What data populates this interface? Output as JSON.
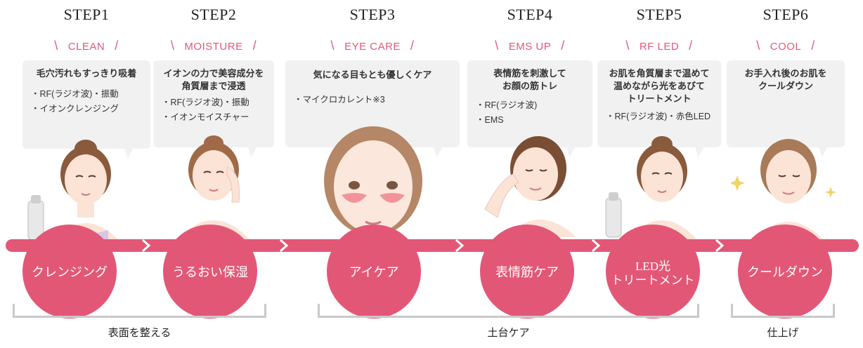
{
  "steps": [
    {
      "title": "STEP1",
      "tag": "CLEAN",
      "head": [
        "毛穴汚れもすっきり吸着"
      ],
      "items": [
        "・RF(ラジオ波)・振動",
        "・イオンクレンジング"
      ],
      "label": [
        "クレンジング"
      ]
    },
    {
      "title": "STEP2",
      "tag": "MOISTURE",
      "head": [
        "イオンの力で美容成分を",
        "角質層まで浸透"
      ],
      "items": [
        "・RF(ラジオ波)・振動",
        "・イオンモイスチャー"
      ],
      "label": [
        "うるおい保湿"
      ]
    },
    {
      "title": "STEP3",
      "tag": "EYE CARE",
      "head": [
        "気になる目もとも優しくケア"
      ],
      "items": [
        "・マイクロカレント※3"
      ],
      "label": [
        "アイケア"
      ]
    },
    {
      "title": "STEP4",
      "tag": "EMS UP",
      "head": [
        "表情筋を刺激して",
        "お顔の筋トレ"
      ],
      "items": [
        "・RF(ラジオ波)",
        "・EMS"
      ],
      "label": [
        "表情筋ケア"
      ]
    },
    {
      "title": "STEP5",
      "tag": "RF LED",
      "head": [
        "お肌を角質層まで温めて",
        "温めながら光をあびて",
        "トリートメント"
      ],
      "items": [
        "・RF(ラジオ波)・赤色LED"
      ],
      "label": [
        "LED光",
        "トリートメント"
      ]
    },
    {
      "title": "STEP6",
      "tag": "COOL",
      "head": [
        "お手入れ後のお肌を",
        "クールダウン"
      ],
      "items": [],
      "label": [
        "クールダウン"
      ]
    }
  ],
  "groups": [
    "表面を整える",
    "土台ケア",
    "仕上げ"
  ],
  "colors": {
    "accent": "#e35776",
    "tag": "#e05a78",
    "bubble": "#f1f1f1",
    "bracket": "#c9c9c9"
  }
}
